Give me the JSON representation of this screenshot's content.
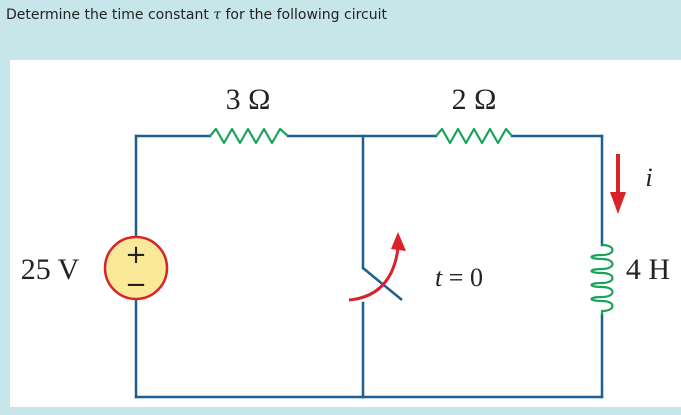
{
  "question": {
    "prefix": "Determine the time constant ",
    "symbol": "τ",
    "suffix": " for the following circuit"
  },
  "circuit": {
    "r1_label": "3 Ω",
    "r2_label": "2 Ω",
    "source_label": "25 V",
    "source_plus": "+",
    "source_minus": "−",
    "inductor_label": "4 H",
    "current_label": "i",
    "switch_label": "t = 0",
    "colors": {
      "wire": "#1f5f8f",
      "resistor": "#1aa35a",
      "arrow": "#d8232a",
      "source_fill": "#fbe99a",
      "source_stroke": "#d8232a"
    }
  }
}
